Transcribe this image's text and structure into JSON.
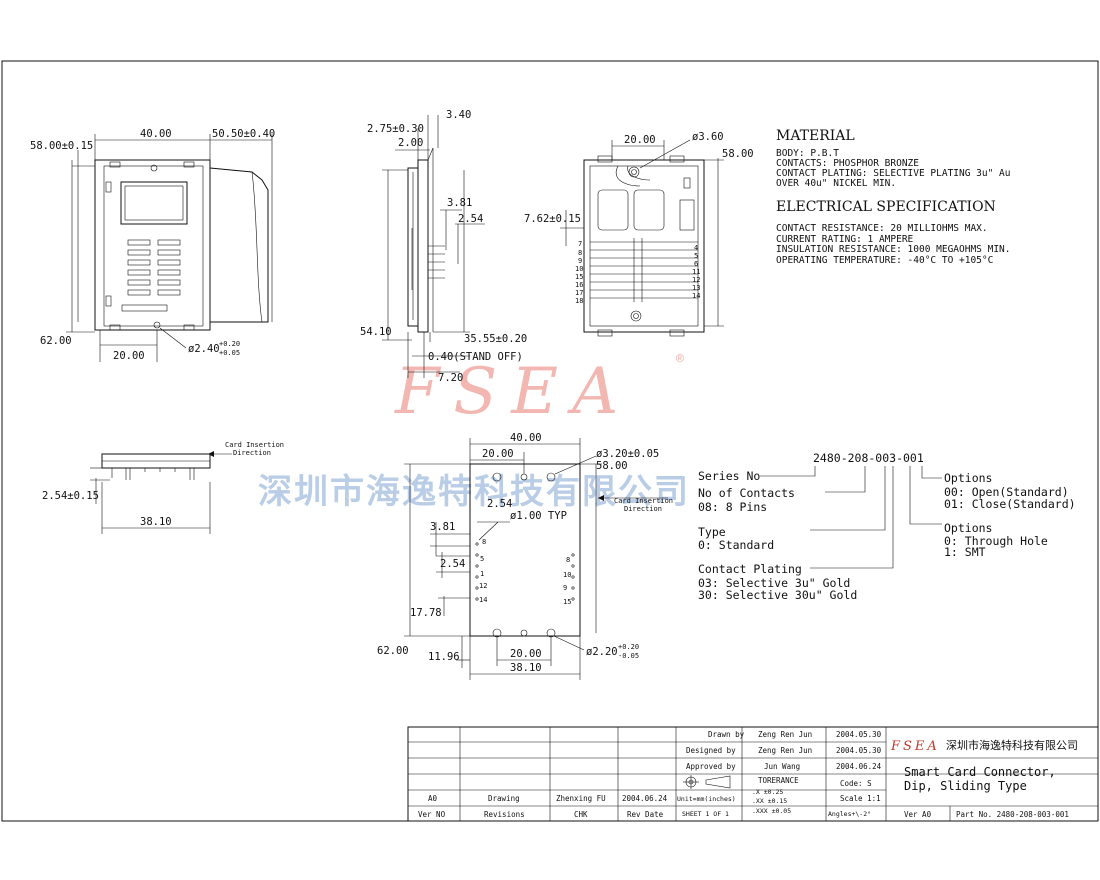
{
  "top_view": {
    "d_40": "40.00",
    "d_50_50": "50.50±0.40",
    "d_58": "58.00±0.15",
    "d_62": "62.00",
    "d_20": "20.00",
    "d_hole": "ø2.40",
    "d_hole_tol_plus": "+0.20",
    "d_hole_tol_minus": "+0.05"
  },
  "side_view": {
    "d_3_40": "3.40",
    "d_2_75": "2.75±0.30",
    "d_2_00": "2.00",
    "d_3_81": "3.81",
    "d_2_54": "2.54",
    "d_54_10": "54.10",
    "d_35_55": "35.55±0.20",
    "d_0_40": "0.40(STAND OFF)",
    "d_7_20": "7.20"
  },
  "bottom_view": {
    "d_20": "20.00",
    "d_3_60": "ø3.60",
    "d_58": "58.00",
    "d_7_62": "7.62±0.15",
    "pins_left": [
      "7",
      "8",
      "9",
      "10",
      "15",
      "16",
      "17",
      "18"
    ],
    "pins_right": [
      "4",
      "5",
      "6",
      "11",
      "12",
      "13",
      "14"
    ]
  },
  "material": {
    "title": "MATERIAL",
    "lines": [
      "BODY: P.B.T",
      "CONTACTS: PHOSPHOR BRONZE",
      "CONTACT PLATING: SELECTIVE PLATING 3u\" Au",
      "OVER 40u\" NICKEL MIN."
    ]
  },
  "electrical": {
    "title": "ELECTRICAL SPECIFICATION",
    "lines": [
      "CONTACT RESISTANCE: 20 MILLIOHMS MAX.",
      "CURRENT RATING: 1 AMPERE",
      "INSULATION RESISTANCE: 1000 MEGAOHMS MIN.",
      "OPERATING TEMPERATURE: -40°C TO +105°C"
    ]
  },
  "front_view": {
    "card_insertion_1": "Card Insertion",
    "card_insertion_2": "Direction",
    "d_2_54": "2.54±0.15",
    "d_38_10": "38.10"
  },
  "footprint": {
    "d_40": "40.00",
    "d_20_top": "20.00",
    "d_3_20": "ø3.20±0.05",
    "d_58": "58.00",
    "card_insertion_1": "Card Insertion",
    "card_insertion_2": "Direction",
    "d_2_54_top": "2.54",
    "d_1_00": "ø1.00 TYP",
    "d_3_81": "3.81",
    "d_2_54": "2.54",
    "d_17_78": "17.78",
    "d_62": "62.00",
    "d_11_96": "11.96",
    "d_20_bot": "20.00",
    "d_38_10": "38.10",
    "d_hole": "ø2.20",
    "d_hole_tol_plus": "+0.20",
    "d_hole_tol_minus": "-0.05",
    "pins_left": [
      "8",
      "5",
      "1",
      "12",
      "14"
    ],
    "pins_right": [
      "8",
      "10",
      "9",
      "15"
    ]
  },
  "part_code": {
    "code": "2480-208-003-001",
    "series_no": "Series No",
    "no_contacts": "No of Contacts",
    "no_contacts_val": "08: 8 Pins",
    "type": "Type",
    "type_val": "0: Standard",
    "plating": "Contact Plating",
    "plating_val1": "03: Selective 3u\" Gold",
    "plating_val2": "30: Selective 30u\" Gold",
    "options1": "Options",
    "options1_val1": "00: Open(Standard)",
    "options1_val2": "01: Close(Standard)",
    "options2": "Options",
    "options2_val1": "0: Through Hole",
    "options2_val2": "1: SMT"
  },
  "watermark": {
    "logo": "FSEA",
    "registered": "®",
    "company_cn": "深圳市海逸特科技有限公司"
  },
  "title_block": {
    "drawn_by_label": "Drawn by",
    "drawn_by": "Zeng Ren Jun",
    "drawn_date": "2004.05.30",
    "designed_by_label": "Designed by",
    "designed_by": "Zeng Ren Jun",
    "designed_date": "2004.05.30",
    "approved_by_label": "Approved by",
    "approved_by": "Jun Wang",
    "approved_date": "2004.06.24",
    "logo": "FSEA",
    "company_cn": "深圳市海逸特科技有限公司",
    "title1": "Smart Card Connector,",
    "title2": "Dip, Sliding Type",
    "tolerance_label": "TORERANCE",
    "tol1": ".X   ±0.25",
    "tol2": ".XX  ±0.15",
    "tol3": ".XXX ±0.05",
    "code": "Code: S",
    "scale": "Scale 1:1",
    "angles": "Angles+\\-2°",
    "units": "Unit=mm(inches)",
    "sheet": "SHEET 1 OF 1",
    "rev_a0": "A0",
    "rev_drawing": "Drawing",
    "rev_name": "Zhenxing FU",
    "rev_date": "2004.06.24",
    "ver_no": "Ver NO",
    "revisions": "Revisions",
    "chk": "CHK",
    "rev_date_label": "Rev Date",
    "ver": "Ver A0",
    "part_no": "Part No. 2480-208-003-001"
  }
}
